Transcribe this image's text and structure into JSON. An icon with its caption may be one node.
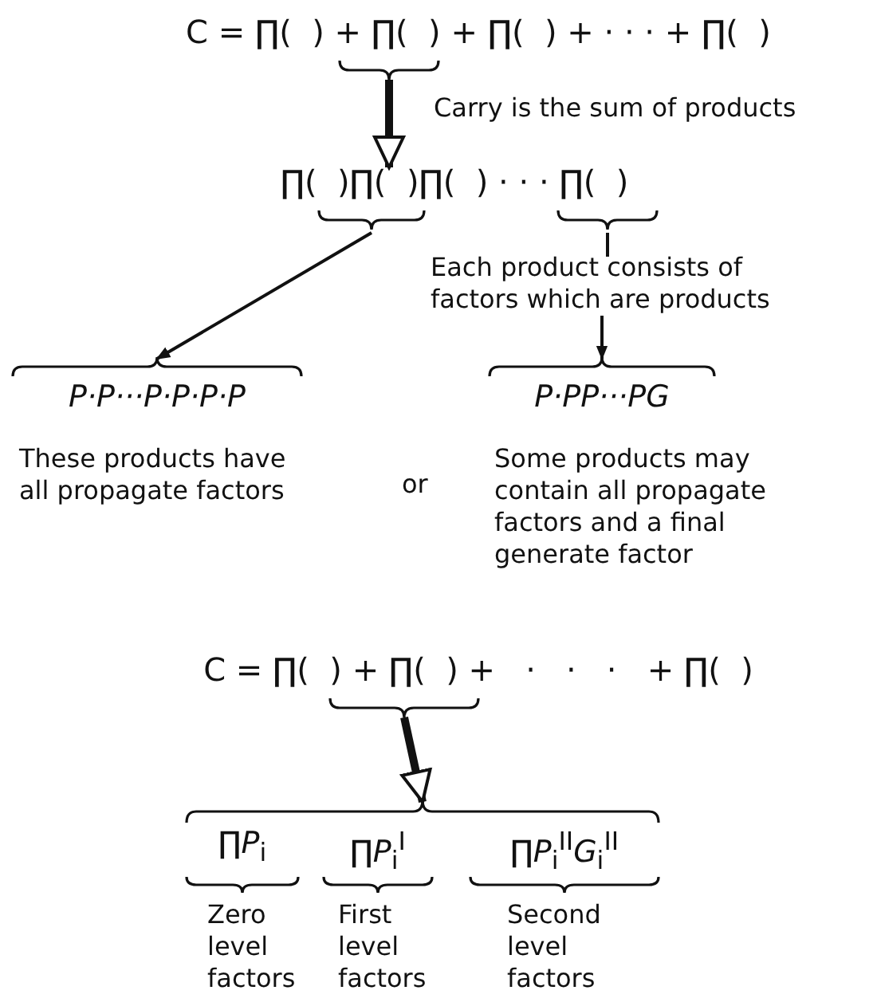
{
  "diagram": {
    "nodes": [
      {
        "text": [
          "C = ∏(  ) + ∏(  ) + ∏(  ) + · · · + ∏(  )"
        ]
      },
      {
        "text": [
          "∏(  )∏(  )∏(  ) · · · ∏(  )"
        ]
      },
      {
        "text": [
          "P·P···P·P·P·P"
        ],
        "beside": [
          "These products have all propagate factors"
        ]
      },
      {
        "text": [
          "P·PP···PG"
        ],
        "beside": [
          "Some products may contain all propagate factors and a final generate factor"
        ]
      },
      {
        "text": [
          "Each product consists of factors which are products"
        ]
      },
      {
        "text": [
          "C = ∏(  ) + ∏(  ) +   ·   ·   ·   + ∏(  )"
        ]
      },
      {
        "text": [],
        "shape": "brace"
      },
      {
        "text": [
          "∏*P*$_{i}$"
        ],
        "in": 6,
        "beside": [
          "Zero level factors"
        ]
      },
      {
        "text": [
          "∏*P*$_{i}$$^{I}$"
        ],
        "in": 6,
        "beside": [
          "First level factors"
        ]
      },
      {
        "text": [
          "∏*P*$_{i}$$^{II}$*G*$_{i}$$^{II}$"
        ],
        "in": 6,
        "beside": [
          "Second level factors"
        ]
      }
    ],
    "edges": [
      {
        "from": 0,
        "to": 1,
        "arrow": "to",
        "style": "thick",
        "label": "Carry is the sum of products"
      },
      {
        "from": 1,
        "to": 2,
        "arrow": "to"
      },
      {
        "from": 1,
        "to": 4,
        "arrow": "none"
      },
      {
        "from": 4,
        "to": 3,
        "arrow": "to"
      },
      {
        "from": 5,
        "to": 6,
        "arrow": "to",
        "style": "thick"
      }
    ],
    "labels": [
      "or"
    ]
  }
}
